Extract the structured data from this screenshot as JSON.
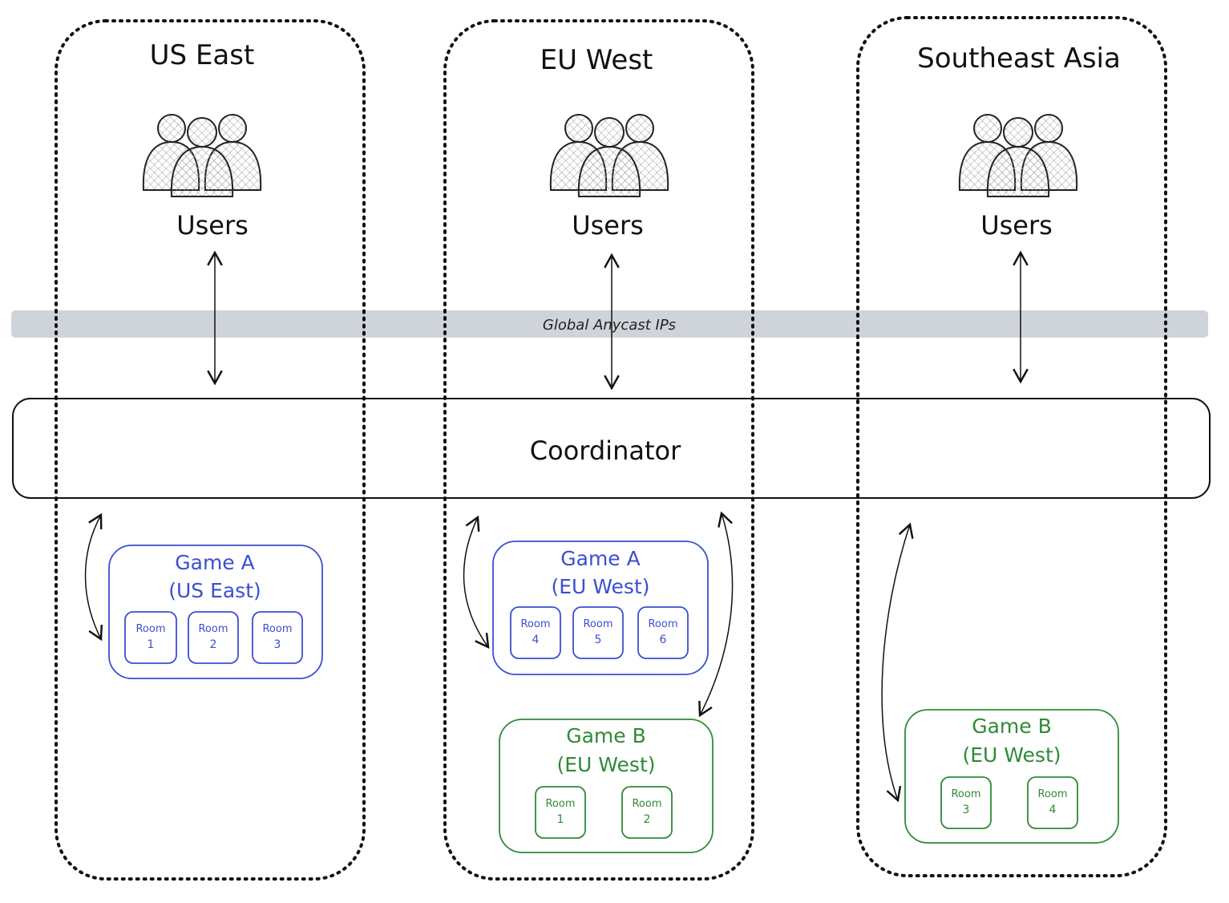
{
  "colors": {
    "blue": "#3b4fd1",
    "green": "#2f8a36",
    "band": "#cfd4da",
    "ink": "#111111"
  },
  "regions": [
    {
      "title": "US East",
      "users_label": "Users",
      "users_icon": "users-group-icon"
    },
    {
      "title": "EU West",
      "users_label": "Users",
      "users_icon": "users-group-icon"
    },
    {
      "title": "Southeast Asia",
      "users_label": "Users",
      "users_icon": "users-group-icon"
    }
  ],
  "anycast_label": "Global Anycast IPs",
  "coordinator_label": "Coordinator",
  "games": [
    {
      "title_line1": "Game A",
      "title_line2": "(US East)",
      "color": "blue",
      "rooms": [
        {
          "label": "Room",
          "num": "1"
        },
        {
          "label": "Room",
          "num": "2"
        },
        {
          "label": "Room",
          "num": "3"
        }
      ]
    },
    {
      "title_line1": "Game A",
      "title_line2": "(EU West)",
      "color": "blue",
      "rooms": [
        {
          "label": "Room",
          "num": "4"
        },
        {
          "label": "Room",
          "num": "5"
        },
        {
          "label": "Room",
          "num": "6"
        }
      ]
    },
    {
      "title_line1": "Game B",
      "title_line2": "(EU West)",
      "color": "green",
      "rooms": [
        {
          "label": "Room",
          "num": "1"
        },
        {
          "label": "Room",
          "num": "2"
        }
      ]
    },
    {
      "title_line1": "Game B",
      "title_line2": "(EU West)",
      "color": "green",
      "rooms": [
        {
          "label": "Room",
          "num": "3"
        },
        {
          "label": "Room",
          "num": "4"
        }
      ]
    }
  ]
}
